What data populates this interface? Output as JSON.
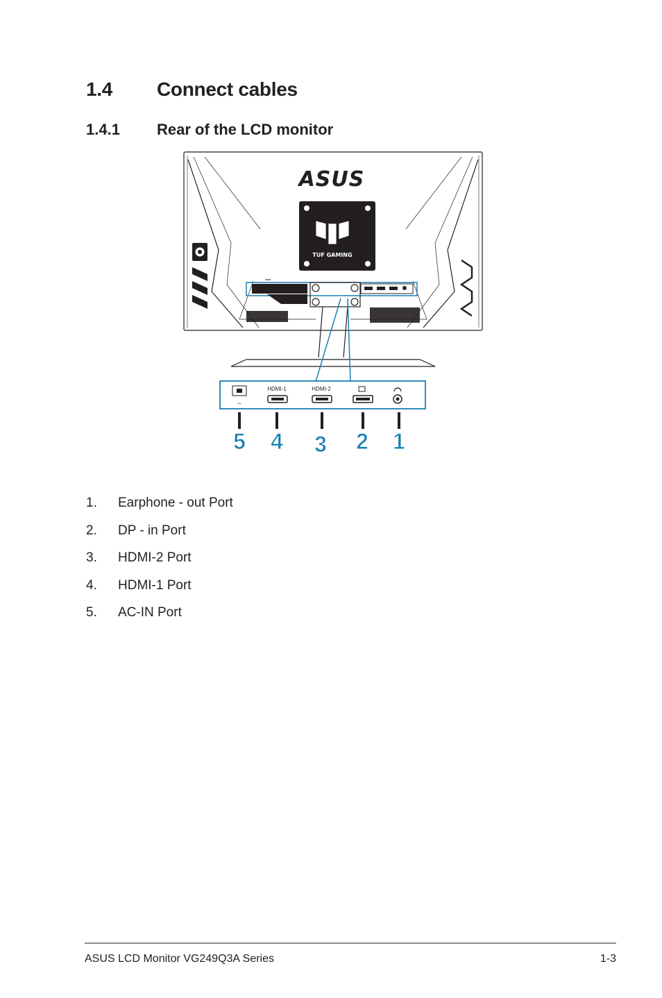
{
  "section": {
    "number": "1.4",
    "title": "Connect cables"
  },
  "subsection": {
    "number": "1.4.1",
    "title": "Rear of the LCD monitor"
  },
  "figure": {
    "brand_logo": "ASUS",
    "tuf_label": "TUF GAMING",
    "port_labels": {
      "hdmi1": "HDMI-1",
      "hdmi2": "HDMI-2",
      "ac_symbol": "~"
    },
    "callouts": [
      "5",
      "4",
      "3",
      "2",
      "1"
    ],
    "highlight_color": "#1a7fb4"
  },
  "ports": [
    {
      "num": "1.",
      "label": "Earphone - out Port"
    },
    {
      "num": "2.",
      "label": "DP - in Port"
    },
    {
      "num": "3.",
      "label": "HDMI-2 Port"
    },
    {
      "num": "4.",
      "label": "HDMI-1 Port"
    },
    {
      "num": "5.",
      "label": "AC-IN Port"
    }
  ],
  "footer": {
    "left": "ASUS LCD Monitor VG249Q3A Series",
    "right": "1-3"
  }
}
